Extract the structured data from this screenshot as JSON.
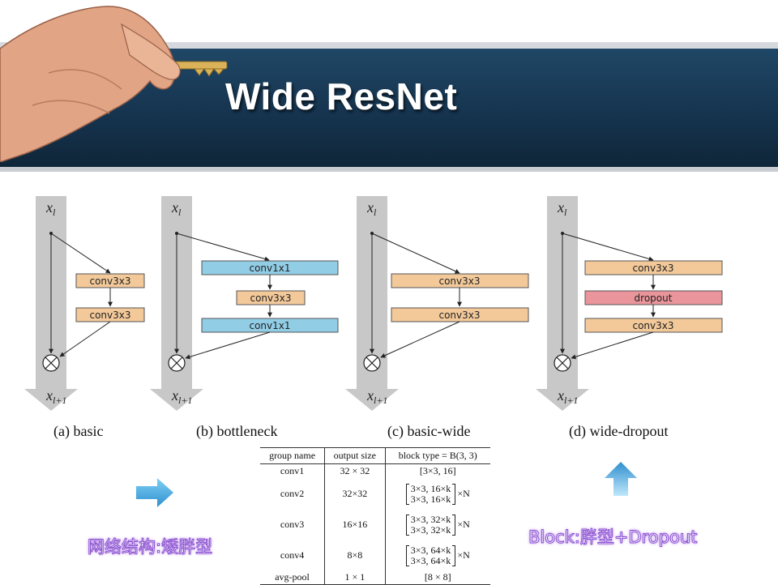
{
  "slide": {
    "title": "Wide ResNet",
    "colors": {
      "banner": "#1a3d5c",
      "conv3x3": "#f3c99a",
      "conv1x1": "#92cde6",
      "dropout": "#e9959b",
      "note": "#8a4fd0",
      "arrow": "#4aa7dc"
    },
    "icons": [
      "hand-holding-key-icon",
      "arrow-right-icon",
      "arrow-up-icon",
      "multiply-circle-icon"
    ]
  },
  "diagrams": [
    {
      "id": "basic",
      "input": "x",
      "input_sub": "l",
      "output": "x",
      "output_sub": "l+1",
      "caption": "(a)  basic",
      "blocks": [
        "conv3x3",
        "conv3x3"
      ]
    },
    {
      "id": "bottleneck",
      "input": "x",
      "input_sub": "l",
      "output": "x",
      "output_sub": "l+1",
      "caption": "(b)  bottleneck",
      "blocks": [
        "conv1x1",
        "conv3x3",
        "conv1x1"
      ]
    },
    {
      "id": "basic-wide",
      "input": "x",
      "input_sub": "l",
      "output": "x",
      "output_sub": "l+1",
      "caption": "(c)  basic-wide",
      "blocks": [
        "conv3x3",
        "conv3x3"
      ]
    },
    {
      "id": "wide-dropout",
      "input": "x",
      "input_sub": "l",
      "output": "x",
      "output_sub": "l+1",
      "caption": "(d)  wide-dropout",
      "blocks": [
        "conv3x3",
        "dropout",
        "conv3x3"
      ]
    }
  ],
  "table": {
    "headers": [
      "group name",
      "output size",
      "block type = B(3, 3)"
    ],
    "rows": [
      {
        "group": "conv1",
        "size": "32 × 32",
        "block": "[3×3, 16]"
      },
      {
        "group": "conv2",
        "size": "32×32",
        "line1": "3×3, 16×k",
        "line2": "3×3, 16×k",
        "mult": "×N"
      },
      {
        "group": "conv3",
        "size": "16×16",
        "line1": "3×3, 32×k",
        "line2": "3×3, 32×k",
        "mult": "×N"
      },
      {
        "group": "conv4",
        "size": "8×8",
        "line1": "3×3, 64×k",
        "line2": "3×3, 64×k",
        "mult": "×N"
      },
      {
        "group": "avg-pool",
        "size": "1 × 1",
        "block": "[8 × 8]"
      }
    ]
  },
  "notes": {
    "left": "网络结构:矮胖型",
    "right": "Block:胖型+Dropout"
  }
}
